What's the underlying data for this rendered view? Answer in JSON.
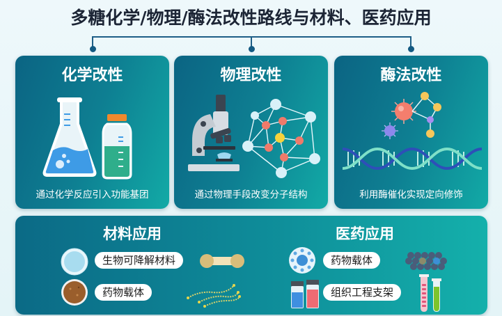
{
  "header": {
    "title": "多糖化学/物理/酶法改性路线与材料、医药应用"
  },
  "colors": {
    "title_text": "#1c2535",
    "connector": "#1d5e86",
    "card_gradient_start": "#0b6483",
    "card_gradient_end": "#12aaa6",
    "pill_bg": "#ffffff"
  },
  "cards": [
    {
      "title": "化学改性",
      "description": "通过化学反应引入功能基团",
      "icons": [
        "flask-icon",
        "reagent-bottle-icon"
      ]
    },
    {
      "title": "物理改性",
      "description": "通过物理手段改变分子结构",
      "icons": [
        "microscope-icon",
        "molecular-network-icon"
      ]
    },
    {
      "title": "酶法改性",
      "description": "利用酶催化实现定向修饰",
      "icons": [
        "enzyme-molecule-icon",
        "dna-helix-icon"
      ]
    }
  ],
  "applications": {
    "materials": {
      "title": "材料应用",
      "items": [
        {
          "label": "生物可降解材料",
          "left_icon": "petri-dish-icon",
          "right_icon": "polymer-rod-icon"
        },
        {
          "label": "药物载体",
          "left_icon": "powder-dish-icon",
          "right_icon": "polymer-chain-icon"
        }
      ]
    },
    "medicine": {
      "title": "医药应用",
      "items": [
        {
          "label": "药物载体",
          "left_icon": "nanoparticle-icon",
          "right_icon": "particle-cluster-icon"
        },
        {
          "label": "组织工程支架",
          "left_icon": "vials-icon",
          "right_icon": "test-tubes-icon"
        }
      ]
    }
  }
}
